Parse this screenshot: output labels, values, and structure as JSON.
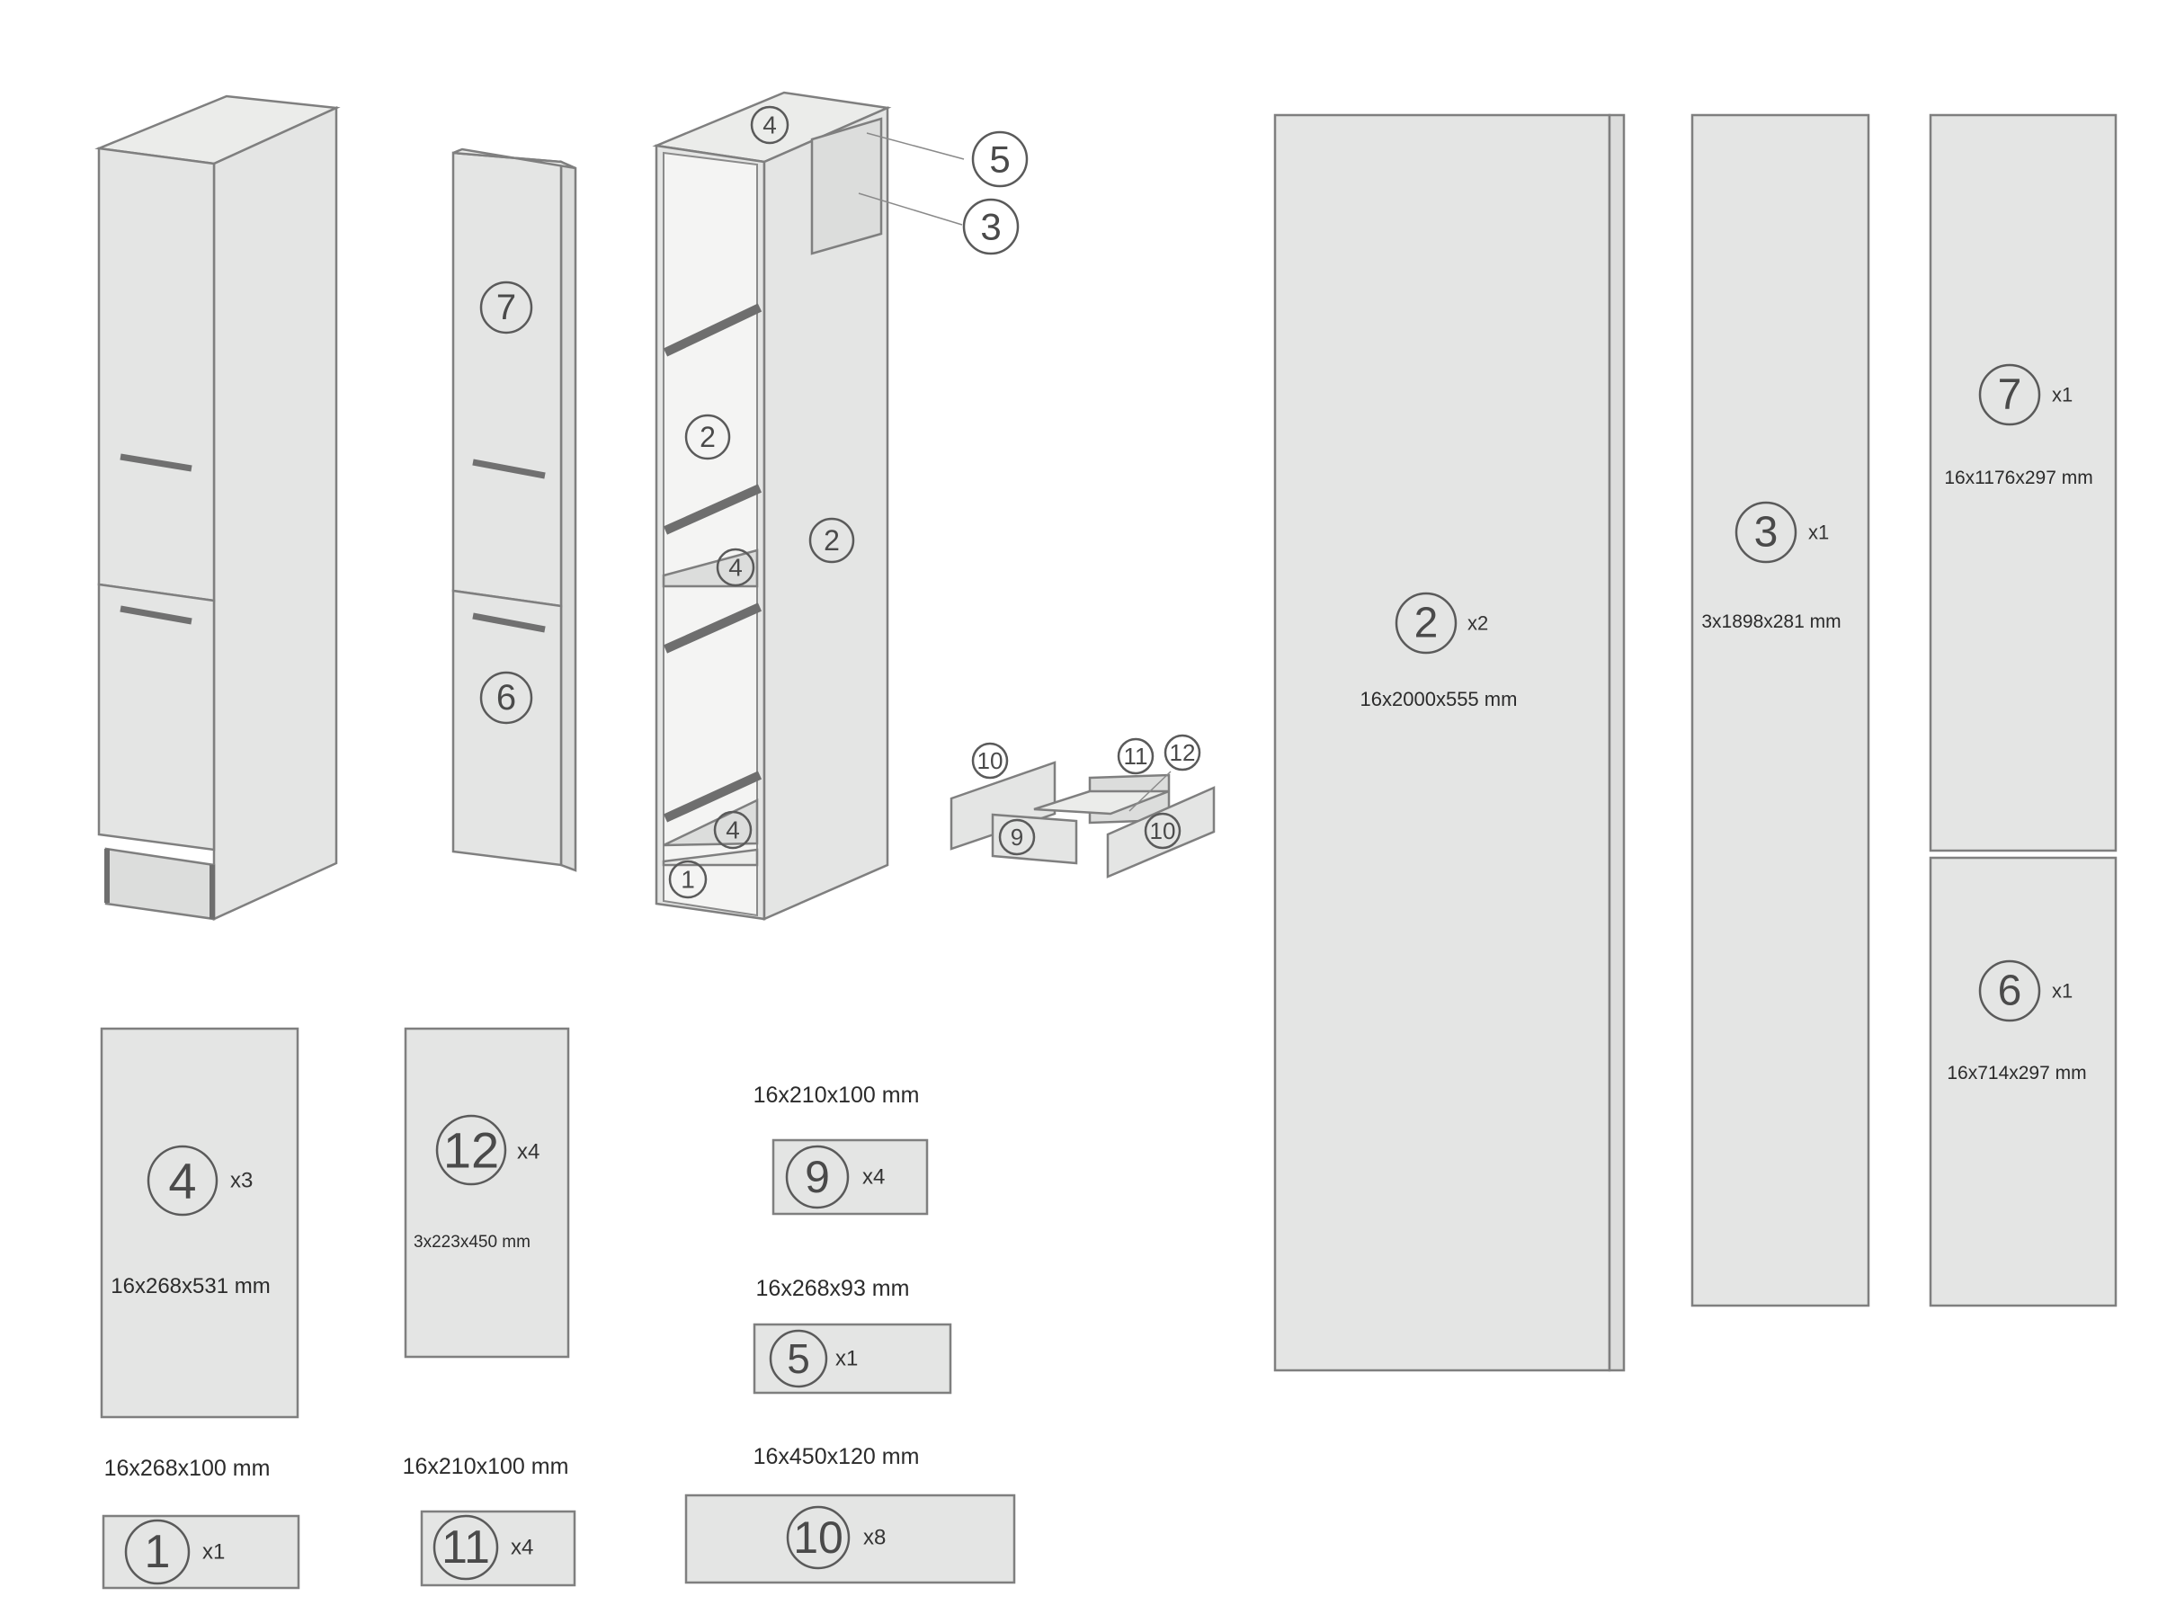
{
  "assembly_callouts": {
    "door_upper": "7",
    "door_lower": "6",
    "top": "4",
    "back_panel_small": "5",
    "back_panel": "3",
    "side_inner": "2",
    "side_outer": "2",
    "shelf_middle": "4",
    "shelf_bottom": "4",
    "plinth": "1",
    "drawer_front_left": "10",
    "drawer_side_a": "11",
    "drawer_side_b": "12",
    "drawer_back": "9",
    "drawer_front_right": "10"
  },
  "parts": [
    {
      "id": "side",
      "num": "2",
      "qty": "x2",
      "dim": "16x2000x555 mm"
    },
    {
      "id": "back",
      "num": "3",
      "qty": "x1",
      "dim": "3x1898x281 mm"
    },
    {
      "id": "door7",
      "num": "7",
      "qty": "x1",
      "dim": "16x1176x297 mm"
    },
    {
      "id": "door6",
      "num": "6",
      "qty": "x1",
      "dim": "16x714x297 mm"
    },
    {
      "id": "shelf",
      "num": "4",
      "qty": "x3",
      "dim": "16x268x531 mm"
    },
    {
      "id": "bottom12",
      "num": "12",
      "qty": "x4",
      "dim": "3x223x450 mm"
    },
    {
      "id": "p9",
      "num": "9",
      "qty": "x4",
      "dim": "16x210x100 mm"
    },
    {
      "id": "p5",
      "num": "5",
      "qty": "x1",
      "dim": "16x268x93 mm"
    },
    {
      "id": "p10",
      "num": "10",
      "qty": "x8",
      "dim": "16x450x120 mm"
    },
    {
      "id": "p1",
      "num": "1",
      "qty": "x1",
      "dim": "16x268x100 mm"
    },
    {
      "id": "p11",
      "num": "11",
      "qty": "x4",
      "dim": "16x210x100 mm"
    }
  ]
}
